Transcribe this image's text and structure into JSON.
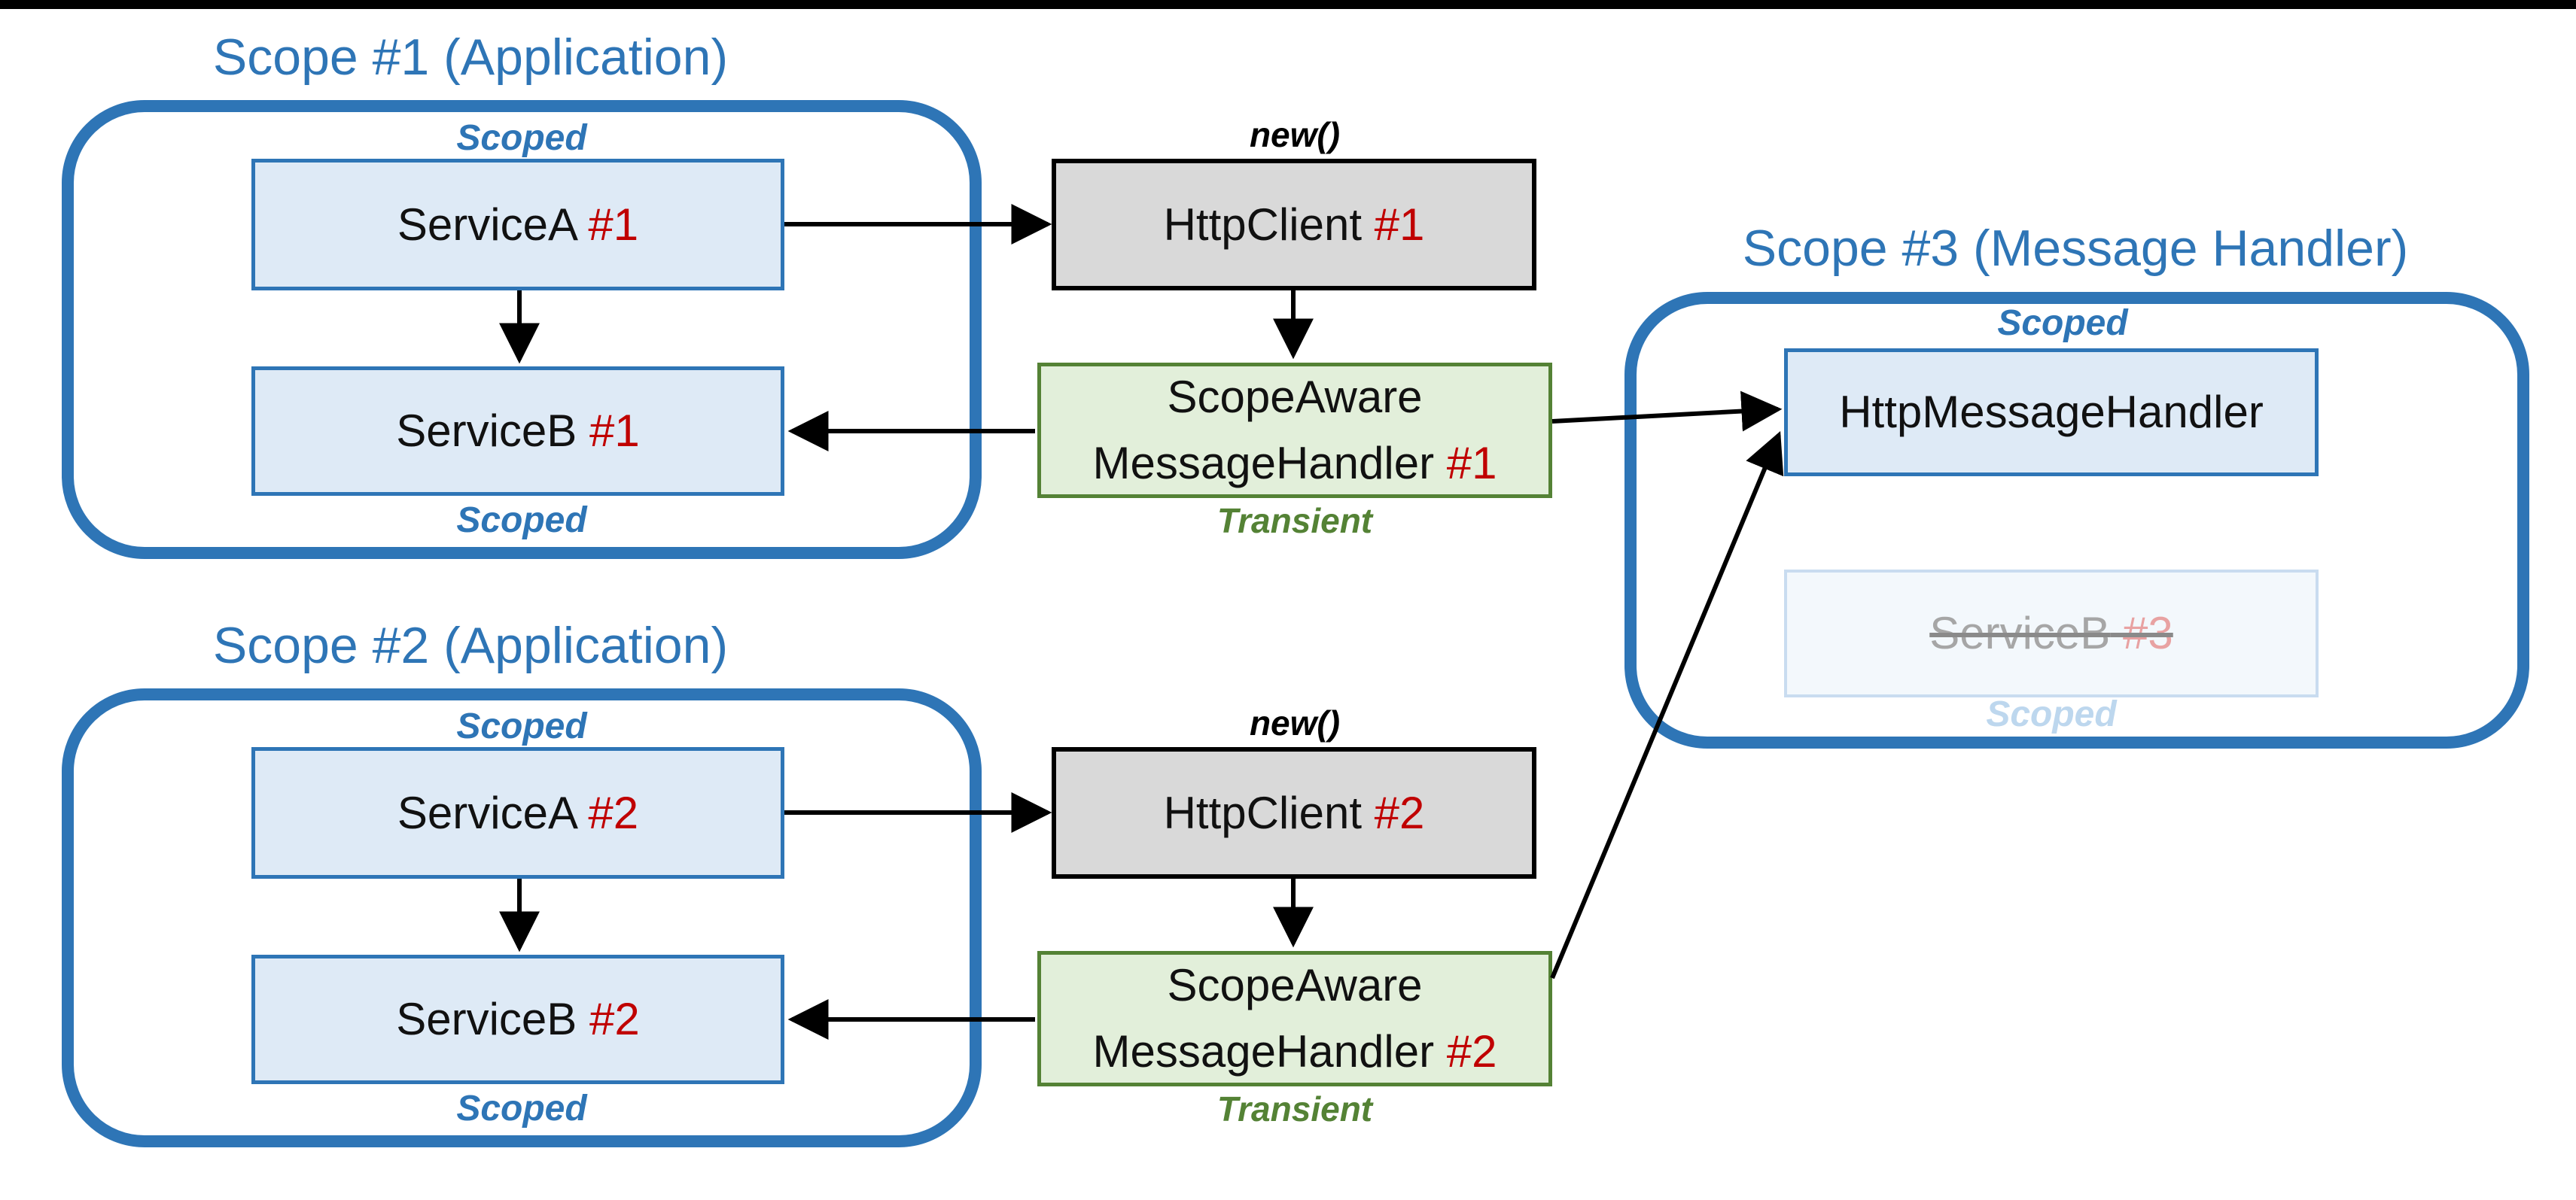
{
  "diagram": {
    "scope1": {
      "title": "Scope #1 (Application)",
      "scoped_top": "Scoped",
      "scoped_bottom": "Scoped",
      "service_a": {
        "name": "ServiceA",
        "badge": "#1"
      },
      "service_b": {
        "name": "ServiceB",
        "badge": "#1"
      }
    },
    "scope2": {
      "title": "Scope #2 (Application)",
      "scoped_top": "Scoped",
      "scoped_bottom": "Scoped",
      "service_a": {
        "name": "ServiceA",
        "badge": "#2"
      },
      "service_b": {
        "name": "ServiceB",
        "badge": "#2"
      }
    },
    "scope3": {
      "title": "Scope #3 (Message Handler)",
      "scoped_top": "Scoped",
      "http_message_handler": {
        "name": "HttpMessageHandler"
      },
      "service_b_disposed": {
        "name": "ServiceB",
        "badge": "#3"
      },
      "scoped_faded": "Scoped"
    },
    "pipeline1": {
      "new_label": "new()",
      "http_client": {
        "name": "HttpClient",
        "badge": "#1"
      },
      "handler": {
        "line1": "ScopeAware",
        "line2": "MessageHandler",
        "badge": "#1"
      },
      "transient_label": "Transient"
    },
    "pipeline2": {
      "new_label": "new()",
      "http_client": {
        "name": "HttpClient",
        "badge": "#2"
      },
      "handler": {
        "line1": "ScopeAware",
        "line2": "MessageHandler",
        "badge": "#2"
      },
      "transient_label": "Transient"
    }
  },
  "colors": {
    "accent_blue": "#2E75B6",
    "service_box_fill": "#DEEAF6",
    "http_client_fill": "#D9D9D9",
    "handler_fill": "#E2EFDA",
    "handler_border": "#548235",
    "badge_red": "#C00000",
    "disposed_fill": "#F3F8FC",
    "disposed_border": "#C9DCF0",
    "disposed_text": "#A6A6A6",
    "disposed_badge": "#E8A2A2",
    "disposed_label": "#BDD7EE",
    "arrow": "#000000",
    "top_bar": "#000000"
  }
}
